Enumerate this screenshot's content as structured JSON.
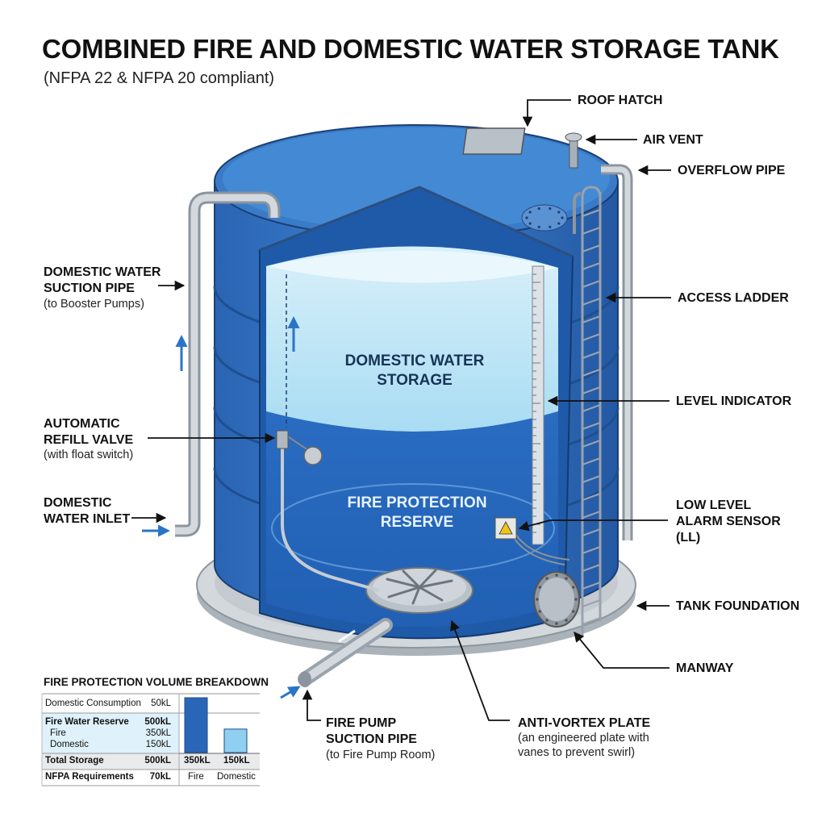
{
  "title": "COMBINED FIRE AND DOMESTIC WATER STORAGE TANK",
  "subtitle": "(NFPA 22 & NFPA 20 compliant)",
  "zones": {
    "domestic": [
      "DOMESTIC WATER",
      "STORAGE"
    ],
    "fire": [
      "FIRE PROTECTION",
      "RESERVE"
    ]
  },
  "labels": {
    "roof_hatch": "ROOF HATCH",
    "air_vent": "AIR VENT",
    "overflow_pipe": "OVERFLOW PIPE",
    "access_ladder": "ACCESS LADDER",
    "level_indicator": "LEVEL INDICATOR",
    "low_level_alarm": [
      "LOW LEVEL",
      "ALARM SENSOR",
      "(LL)"
    ],
    "tank_foundation": "TANK FOUNDATION",
    "manway": "MANWAY",
    "domestic_suction": [
      "DOMESTIC WATER",
      "SUCTION PIPE"
    ],
    "domestic_suction_note": "(to Booster Pumps)",
    "refill_valve": [
      "AUTOMATIC",
      "REFILL VALVE"
    ],
    "refill_valve_note": "(with float switch)",
    "domestic_inlet": [
      "DOMESTIC",
      "WATER INLET"
    ],
    "fire_pump_suction": [
      "FIRE PUMP",
      "SUCTION PIPE"
    ],
    "fire_pump_suction_note": "(to Fire Pump Room)",
    "anti_vortex": "ANTI-VORTEX PLATE",
    "anti_vortex_note": [
      "(an engineered plate with",
      "vanes to prevent swirl)"
    ]
  },
  "breakdown": {
    "title": "FIRE PROTECTION VOLUME BREAKDOWN",
    "rows": [
      {
        "label": "Domestic Consumption",
        "value": "50kL"
      },
      {
        "label": "Fire Water Reserve",
        "value": "500kL"
      },
      {
        "label": "Fire",
        "value": "350kL"
      },
      {
        "label": "Domestic",
        "value": "150kL"
      },
      {
        "label": "Total Storage",
        "value": "500kL"
      },
      {
        "label": "NFPA Requirements",
        "value": "70kL"
      }
    ],
    "bars": [
      {
        "label": "Fire",
        "value": "350kL",
        "kl": 350
      },
      {
        "label": "Domestic",
        "value": "150kL",
        "kl": 150
      }
    ]
  },
  "colors": {
    "tank_shell": "#2f6fc0",
    "domestic_water": "#bfe5f7",
    "fire_water": "#2c6fc4",
    "foundation": "#c9ced3",
    "pipe": "#c9ced6"
  }
}
